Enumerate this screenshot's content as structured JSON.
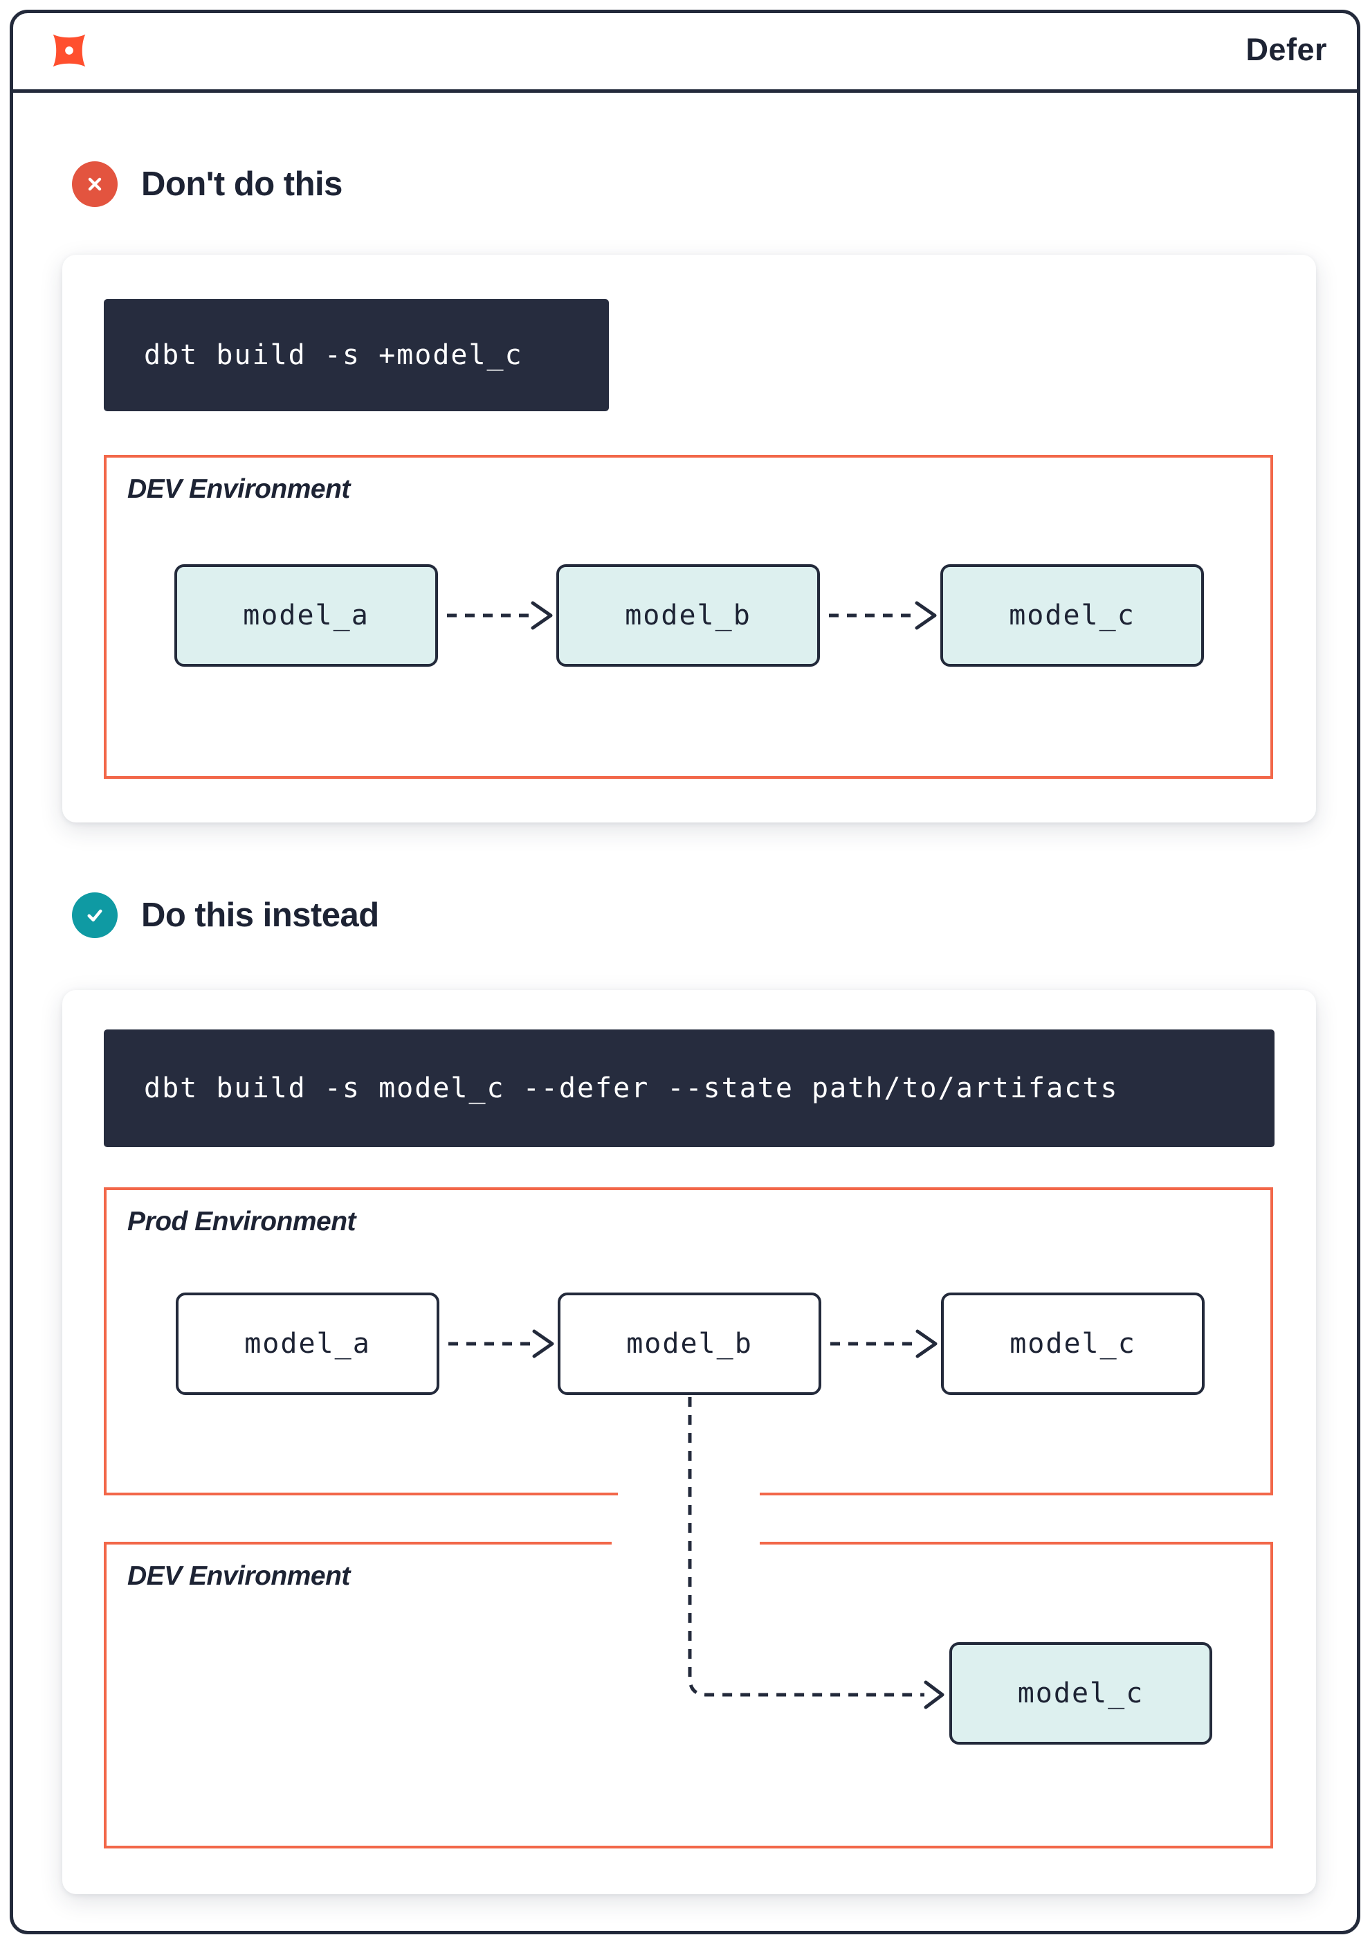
{
  "header": {
    "title": "Defer",
    "logo": "dbt-logo"
  },
  "dont_section": {
    "heading": "Don't do this",
    "command": "dbt build -s +model_c",
    "environment": {
      "label": "DEV Environment",
      "models": [
        "model_a",
        "model_b",
        "model_c"
      ]
    }
  },
  "do_section": {
    "heading": "Do this instead",
    "command": "dbt build -s model_c --defer --state path/to/artifacts",
    "prod_environment": {
      "label": "Prod Environment",
      "models": [
        "model_a",
        "model_b",
        "model_c"
      ]
    },
    "dev_environment": {
      "label": "DEV Environment",
      "models": [
        "model_c"
      ]
    }
  },
  "colors": {
    "navy": "#232a3b",
    "code_background": "#262c3e",
    "environment_border": "#f26749",
    "logo_orange": "#ff4f2e",
    "error_red": "#e3543f",
    "success_teal": "#0f9aa3",
    "model_fill_teal": "#ddf0ef"
  }
}
